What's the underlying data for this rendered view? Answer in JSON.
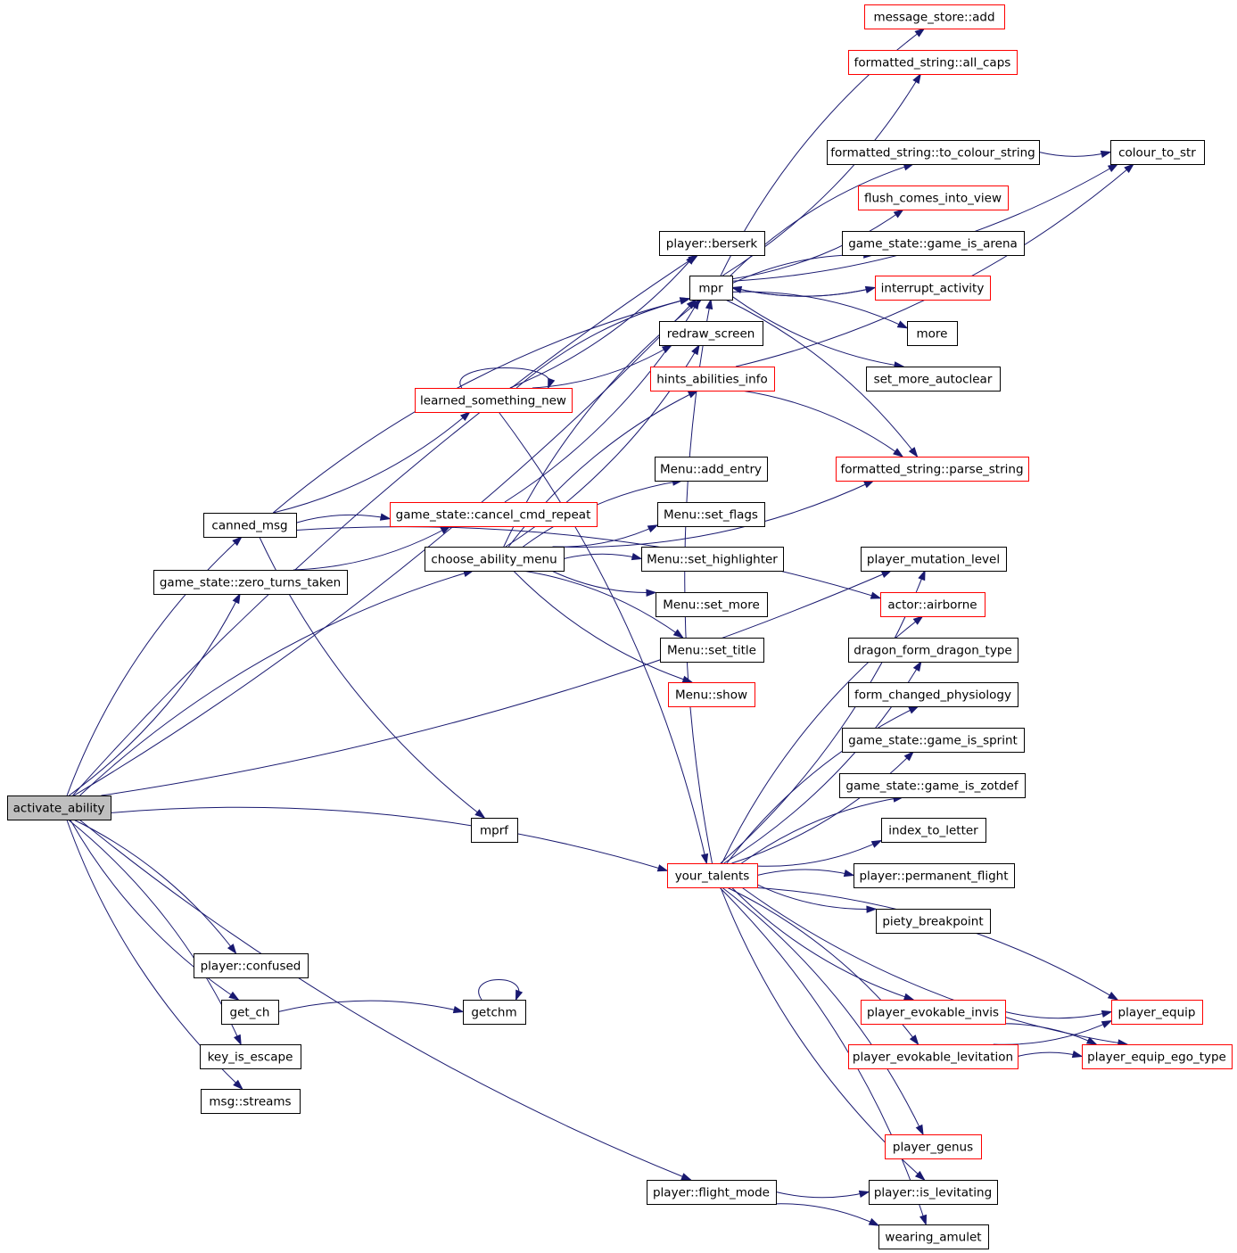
{
  "colors": {
    "edge": "#191970",
    "documented_border": "#000000",
    "undocumented_border": "#ff0000",
    "root_fill": "#bfbfbf"
  },
  "nodes": [
    {
      "id": "activate_ability",
      "label": "activate_ability",
      "style": "root"
    },
    {
      "id": "canned_msg",
      "label": "canned_msg",
      "style": "black"
    },
    {
      "id": "zero_turns_taken",
      "label": "game_state::zero_turns_taken",
      "style": "black"
    },
    {
      "id": "player_confused",
      "label": "player::confused",
      "style": "black"
    },
    {
      "id": "get_ch",
      "label": "get_ch",
      "style": "black"
    },
    {
      "id": "key_is_escape",
      "label": "key_is_escape",
      "style": "black"
    },
    {
      "id": "msg_streams",
      "label": "msg::streams",
      "style": "black"
    },
    {
      "id": "learned_something_new",
      "label": "learned_something_new",
      "style": "red"
    },
    {
      "id": "cancel_cmd_repeat",
      "label": "game_state::cancel_cmd_repeat",
      "style": "red"
    },
    {
      "id": "choose_ability_menu",
      "label": "choose_ability_menu",
      "style": "black"
    },
    {
      "id": "mprf",
      "label": "mprf",
      "style": "black"
    },
    {
      "id": "getchm",
      "label": "getchm",
      "style": "black"
    },
    {
      "id": "flight_mode",
      "label": "player::flight_mode",
      "style": "black"
    },
    {
      "id": "player_berserk",
      "label": "player::berserk",
      "style": "black"
    },
    {
      "id": "mpr",
      "label": "mpr",
      "style": "black"
    },
    {
      "id": "redraw_screen",
      "label": "redraw_screen",
      "style": "black"
    },
    {
      "id": "hints_abilities_info",
      "label": "hints_abilities_info",
      "style": "red"
    },
    {
      "id": "menu_add_entry",
      "label": "Menu::add_entry",
      "style": "black"
    },
    {
      "id": "menu_set_flags",
      "label": "Menu::set_flags",
      "style": "black"
    },
    {
      "id": "menu_set_highlighter",
      "label": "Menu::set_highlighter",
      "style": "black"
    },
    {
      "id": "menu_set_more",
      "label": "Menu::set_more",
      "style": "black"
    },
    {
      "id": "menu_set_title",
      "label": "Menu::set_title",
      "style": "black"
    },
    {
      "id": "menu_show",
      "label": "Menu::show",
      "style": "red"
    },
    {
      "id": "your_talents",
      "label": "your_talents",
      "style": "red"
    },
    {
      "id": "message_store_add",
      "label": "message_store::add",
      "style": "red"
    },
    {
      "id": "fs_all_caps",
      "label": "formatted_string::all_caps",
      "style": "red"
    },
    {
      "id": "fs_to_colour_string",
      "label": "formatted_string::to_colour_string",
      "style": "black"
    },
    {
      "id": "flush_comes_into_view",
      "label": "flush_comes_into_view",
      "style": "red"
    },
    {
      "id": "game_is_arena",
      "label": "game_state::game_is_arena",
      "style": "black"
    },
    {
      "id": "interrupt_activity",
      "label": "interrupt_activity",
      "style": "red"
    },
    {
      "id": "more",
      "label": "more",
      "style": "black"
    },
    {
      "id": "set_more_autoclear",
      "label": "set_more_autoclear",
      "style": "black"
    },
    {
      "id": "fs_parse_string",
      "label": "formatted_string::parse_string",
      "style": "red"
    },
    {
      "id": "player_mutation_level",
      "label": "player_mutation_level",
      "style": "black"
    },
    {
      "id": "actor_airborne",
      "label": "actor::airborne",
      "style": "red"
    },
    {
      "id": "dragon_form_dragon_type",
      "label": "dragon_form_dragon_type",
      "style": "black"
    },
    {
      "id": "form_changed_physiology",
      "label": "form_changed_physiology",
      "style": "black"
    },
    {
      "id": "game_is_sprint",
      "label": "game_state::game_is_sprint",
      "style": "black"
    },
    {
      "id": "game_is_zotdef",
      "label": "game_state::game_is_zotdef",
      "style": "black"
    },
    {
      "id": "index_to_letter",
      "label": "index_to_letter",
      "style": "black"
    },
    {
      "id": "permanent_flight",
      "label": "player::permanent_flight",
      "style": "black"
    },
    {
      "id": "piety_breakpoint",
      "label": "piety_breakpoint",
      "style": "black"
    },
    {
      "id": "player_evokable_invis",
      "label": "player_evokable_invis",
      "style": "red"
    },
    {
      "id": "player_evokable_levitation",
      "label": "player_evokable_levitation",
      "style": "red"
    },
    {
      "id": "player_genus",
      "label": "player_genus",
      "style": "red"
    },
    {
      "id": "is_levitating",
      "label": "player::is_levitating",
      "style": "black"
    },
    {
      "id": "wearing_amulet",
      "label": "wearing_amulet",
      "style": "black"
    },
    {
      "id": "colour_to_str",
      "label": "colour_to_str",
      "style": "black"
    },
    {
      "id": "player_equip",
      "label": "player_equip",
      "style": "red"
    },
    {
      "id": "player_equip_ego_type",
      "label": "player_equip_ego_type",
      "style": "red"
    }
  ],
  "edges": [
    [
      "activate_ability",
      "player_berserk"
    ],
    [
      "activate_ability",
      "mpr"
    ],
    [
      "activate_ability",
      "canned_msg"
    ],
    [
      "activate_ability",
      "zero_turns_taken"
    ],
    [
      "activate_ability",
      "choose_ability_menu"
    ],
    [
      "activate_ability",
      "player_mutation_level"
    ],
    [
      "activate_ability",
      "your_talents"
    ],
    [
      "activate_ability",
      "flight_mode"
    ],
    [
      "activate_ability",
      "player_confused"
    ],
    [
      "activate_ability",
      "get_ch"
    ],
    [
      "activate_ability",
      "key_is_escape"
    ],
    [
      "activate_ability",
      "msg_streams"
    ],
    [
      "canned_msg",
      "mpr"
    ],
    [
      "canned_msg",
      "learned_something_new"
    ],
    [
      "canned_msg",
      "cancel_cmd_repeat"
    ],
    [
      "canned_msg",
      "mprf"
    ],
    [
      "canned_msg",
      "actor_airborne"
    ],
    [
      "zero_turns_taken",
      "cancel_cmd_repeat"
    ],
    [
      "learned_something_new",
      "learned_something_new"
    ],
    [
      "learned_something_new",
      "player_berserk"
    ],
    [
      "learned_something_new",
      "mpr"
    ],
    [
      "learned_something_new",
      "redraw_screen"
    ],
    [
      "learned_something_new",
      "your_talents"
    ],
    [
      "cancel_cmd_repeat",
      "mpr"
    ],
    [
      "choose_ability_menu",
      "mpr"
    ],
    [
      "choose_ability_menu",
      "redraw_screen"
    ],
    [
      "choose_ability_menu",
      "hints_abilities_info"
    ],
    [
      "choose_ability_menu",
      "fs_parse_string"
    ],
    [
      "choose_ability_menu",
      "menu_add_entry"
    ],
    [
      "choose_ability_menu",
      "menu_set_flags"
    ],
    [
      "choose_ability_menu",
      "menu_set_highlighter"
    ],
    [
      "choose_ability_menu",
      "menu_set_more"
    ],
    [
      "choose_ability_menu",
      "menu_set_title"
    ],
    [
      "choose_ability_menu",
      "menu_show"
    ],
    [
      "hints_abilities_info",
      "fs_parse_string"
    ],
    [
      "hints_abilities_info",
      "colour_to_str"
    ],
    [
      "get_ch",
      "getchm"
    ],
    [
      "getchm",
      "getchm"
    ],
    [
      "mpr",
      "message_store_add"
    ],
    [
      "mpr",
      "fs_all_caps"
    ],
    [
      "mpr",
      "fs_to_colour_string"
    ],
    [
      "mpr",
      "flush_comes_into_view"
    ],
    [
      "mpr",
      "game_is_arena"
    ],
    [
      "mpr",
      "interrupt_activity"
    ],
    [
      "mpr",
      "more"
    ],
    [
      "mpr",
      "set_more_autoclear"
    ],
    [
      "mpr",
      "fs_parse_string"
    ],
    [
      "mpr",
      "colour_to_str"
    ],
    [
      "interrupt_activity",
      "mpr"
    ],
    [
      "fs_to_colour_string",
      "colour_to_str"
    ],
    [
      "your_talents",
      "mpr"
    ],
    [
      "your_talents",
      "player_mutation_level"
    ],
    [
      "your_talents",
      "actor_airborne"
    ],
    [
      "your_talents",
      "dragon_form_dragon_type"
    ],
    [
      "your_talents",
      "form_changed_physiology"
    ],
    [
      "your_talents",
      "game_is_sprint"
    ],
    [
      "your_talents",
      "game_is_zotdef"
    ],
    [
      "your_talents",
      "index_to_letter"
    ],
    [
      "your_talents",
      "permanent_flight"
    ],
    [
      "your_talents",
      "piety_breakpoint"
    ],
    [
      "your_talents",
      "player_equip"
    ],
    [
      "your_talents",
      "player_evokable_invis"
    ],
    [
      "your_talents",
      "player_evokable_levitation"
    ],
    [
      "your_talents",
      "player_equip_ego_type"
    ],
    [
      "your_talents",
      "player_genus"
    ],
    [
      "your_talents",
      "is_levitating"
    ],
    [
      "your_talents",
      "wearing_amulet"
    ],
    [
      "player_evokable_invis",
      "player_equip"
    ],
    [
      "player_evokable_invis",
      "player_equip_ego_type"
    ],
    [
      "player_evokable_levitation",
      "player_equip"
    ],
    [
      "player_evokable_levitation",
      "player_equip_ego_type"
    ],
    [
      "flight_mode",
      "is_levitating"
    ],
    [
      "flight_mode",
      "wearing_amulet"
    ]
  ]
}
